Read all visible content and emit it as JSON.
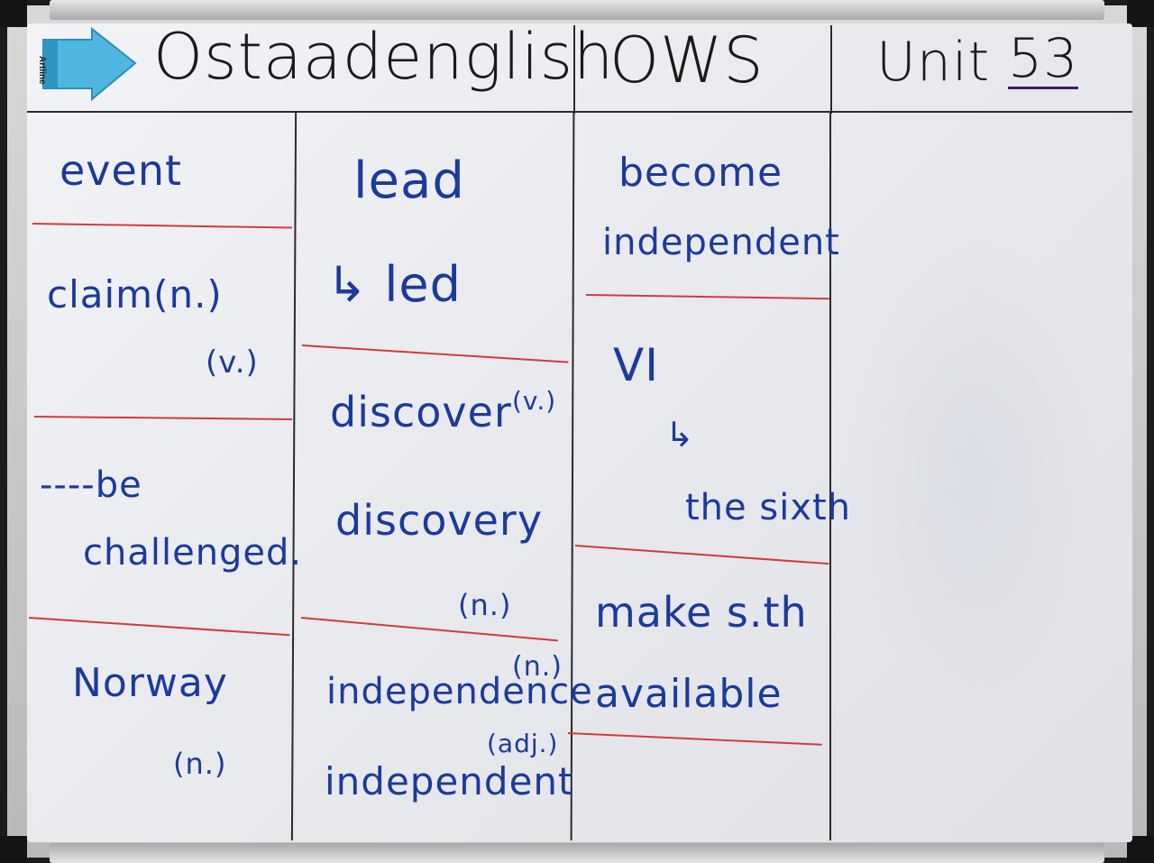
{
  "header": {
    "brand": "Ostaadenglish",
    "subject": "OWS",
    "unit_prefix": "Unit",
    "unit_number": "53"
  },
  "eraser": {
    "brand_label": "Artline"
  },
  "column1": {
    "items": [
      "event",
      "claim(n.)",
      "(v.)",
      "----be",
      "challenged.",
      "Norway",
      "(n.)"
    ]
  },
  "column2": {
    "items": [
      "lead",
      "↳ led",
      "discover",
      "(v.)",
      "discovery",
      "(n.)",
      "(n.)",
      "independence",
      "(adj.)",
      "independent"
    ]
  },
  "column3": {
    "items": [
      "become",
      "independent",
      "VI",
      "↳",
      "the sixth",
      "make s.th",
      "available"
    ]
  },
  "colors": {
    "ink_blue": "#1c3a9c",
    "ink_black": "#1a1a1a",
    "divider_red": "#d43a3a",
    "eraser_blue": "#4fb6e0"
  }
}
